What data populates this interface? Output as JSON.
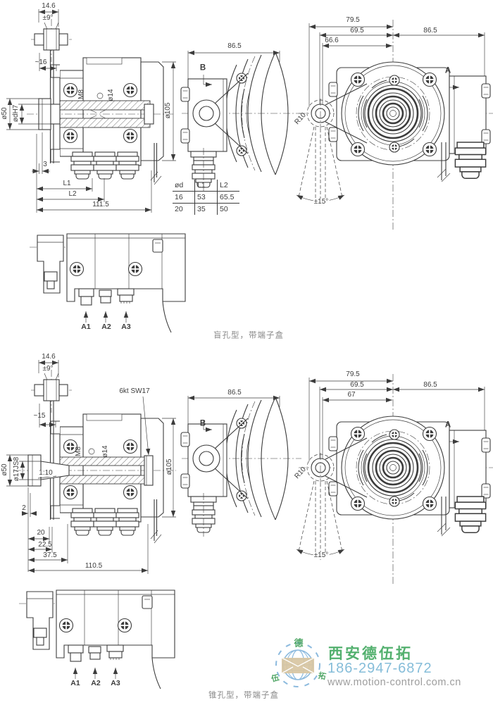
{
  "colors": {
    "line": "#3c3c3c",
    "caption": "#8a8a8a",
    "green": "#53b06e",
    "blue": "#85bdd9",
    "gray": "#9d9d9d",
    "logo_blue": "#8cbade",
    "seal": "#3f9e57",
    "envelope": "#d8c6a2"
  },
  "views": {
    "blind": {
      "caption": "盲孔型，带端子盒",
      "side": {
        "clamp_width": "14.6",
        "clamp_angle": "±9°",
        "mount_depth": "~16",
        "shaft_dia": "ø50",
        "bore_dia": "ødH7",
        "thread": "M8",
        "hole_dia": "ø14",
        "housing_dia": "ø105",
        "gap": "3",
        "len1": "L1",
        "len2": "L2",
        "total_len": "111.5"
      },
      "table": {
        "headers": [
          "ød",
          "L1",
          "L2"
        ],
        "rows": [
          [
            "16",
            "53",
            "65.5"
          ],
          [
            "20",
            "35",
            "50"
          ]
        ]
      },
      "side_b": {
        "width": "86.5",
        "label": "B"
      },
      "front": {
        "dim_outer": "79.5",
        "dim_mid": "69.5",
        "dim_inner": "66.6",
        "depth": "86.5",
        "label": "A",
        "arm_radius": "R10",
        "swing_angle": "±15°"
      },
      "bottom": {
        "ports": [
          "A1",
          "A2",
          "A3"
        ]
      }
    },
    "cone": {
      "caption": "锥孔型，带端子盒",
      "side": {
        "clamp_width": "14.6",
        "clamp_angle": "±9°",
        "hex": "6kt SW17",
        "mount_depth": "~15",
        "shaft_dia": "ø50",
        "cone_dia": "ø17JS8",
        "taper": "1:10",
        "thread": "M8",
        "hole_dia": "ø14",
        "housing_dia": "ø105",
        "gap": "2",
        "d1": "20",
        "d2": "22.5",
        "d3": "37.5",
        "total_len": "110.5"
      },
      "side_b": {
        "width": "86.5",
        "label": "B"
      },
      "front": {
        "dim_outer": "79.5",
        "dim_mid": "69.5",
        "dim_inner": "67",
        "depth": "86.5",
        "label": "A",
        "arm_radius": "R10",
        "swing_angle": "±15°"
      },
      "bottom": {
        "ports": [
          "A1",
          "A2",
          "A3"
        ]
      }
    }
  },
  "watermark": {
    "company": "西安德伍拓",
    "phone": "186-2947-6872",
    "website": "www.motion-control.com.cn",
    "logo_top": "德",
    "logo_left": "伍",
    "logo_right": "拓"
  }
}
